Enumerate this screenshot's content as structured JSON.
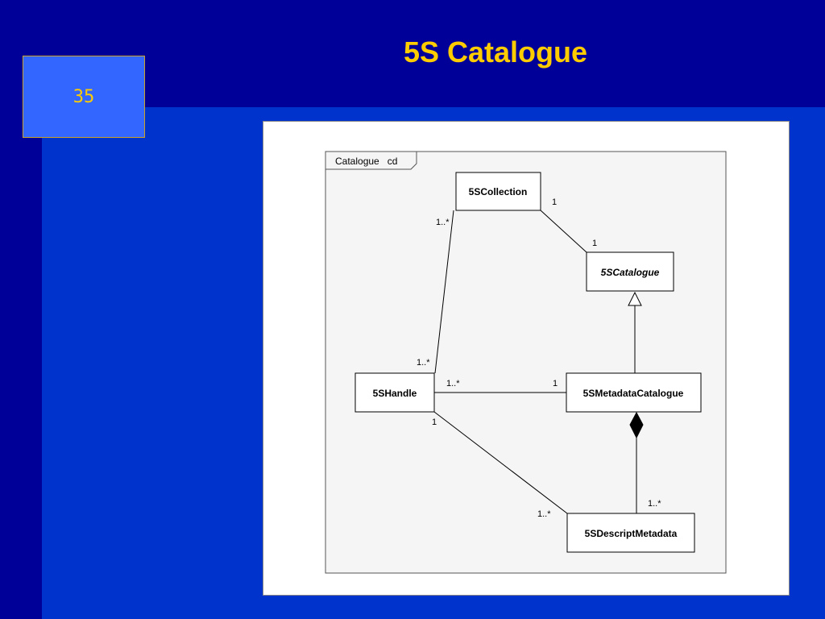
{
  "slide": {
    "title": "5S Catalogue",
    "page_number": "35",
    "colors": {
      "background": "#0033cc",
      "band": "#000099",
      "title": "#ffcc00",
      "page_box": "#3366ff"
    }
  },
  "diagram": {
    "frame_label": "Catalogue   cd",
    "classes": {
      "collection": "5SCollection",
      "catalogue": "5SCatalogue",
      "handle": "5SHandle",
      "metadata_catalogue": "5SMetadataCatalogue",
      "descript_metadata": "5SDescriptMetadata"
    },
    "multiplicities": {
      "collection_to_catalogue": "1",
      "catalogue_from_collection": "1",
      "collection_to_handle": "1..*",
      "handle_from_collection": "1..*",
      "handle_to_metadata_catalogue": "1..*",
      "metadata_catalogue_from_handle": "1",
      "handle_to_descript": "1",
      "descript_from_handle": "1..*",
      "descript_in_metadata_catalogue": "1..*"
    }
  }
}
